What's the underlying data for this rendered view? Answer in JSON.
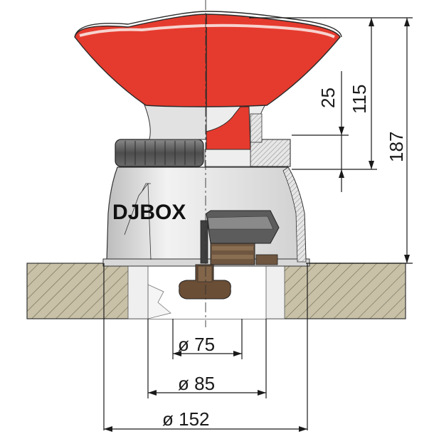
{
  "brand_label": "DJBOX",
  "dimensions": {
    "d75": "ø 75",
    "d85": "ø 85",
    "d152": "ø 152",
    "h25": "25",
    "h115": "115",
    "h187": "187"
  },
  "colors": {
    "button_red": "#e53b2e",
    "housing_grey": "#dcdcdc",
    "board_wood": "#c9c0a6",
    "nut_brown": "#6b4e36",
    "ring_dark": "#5a5a5a"
  }
}
